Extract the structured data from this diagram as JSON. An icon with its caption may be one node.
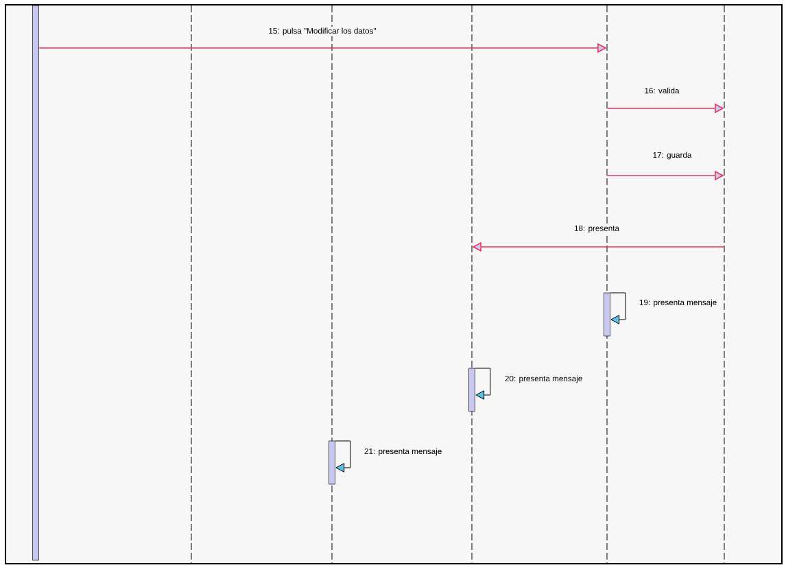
{
  "diagram": {
    "nodes": [
      {
        "text": [],
        "shape": "bar"
      },
      {
        "text": [],
        "shape": "lifeline"
      },
      {
        "text": [],
        "shape": "lifeline"
      },
      {
        "text": [],
        "shape": "lifeline"
      },
      {
        "text": [],
        "shape": "lifeline"
      },
      {
        "text": [],
        "shape": "lifeline"
      },
      {
        "text": [],
        "shape": "bar"
      },
      {
        "text": [],
        "shape": "bar"
      },
      {
        "text": [],
        "shape": "bar"
      }
    ],
    "edges": [
      {
        "from": 0,
        "to": 4,
        "arrow": "to",
        "label": "15: pulsa \"Modificar los datos\""
      },
      {
        "from": 4,
        "to": 5,
        "arrow": "to",
        "label": "16: valida"
      },
      {
        "from": 4,
        "to": 5,
        "arrow": "to",
        "label": "17: guarda"
      },
      {
        "from": 5,
        "to": 3,
        "arrow": "to",
        "label": "18: presenta"
      },
      {
        "from": 6,
        "to": 6,
        "arrow": "to",
        "label": "19: presenta mensaje",
        "color": "#000000"
      },
      {
        "from": 7,
        "to": 7,
        "arrow": "to",
        "label": "20: presenta mensaje",
        "color": "#000000"
      },
      {
        "from": 8,
        "to": 8,
        "arrow": "to",
        "label": "21: presenta mensaje",
        "color": "#000000"
      }
    ]
  }
}
